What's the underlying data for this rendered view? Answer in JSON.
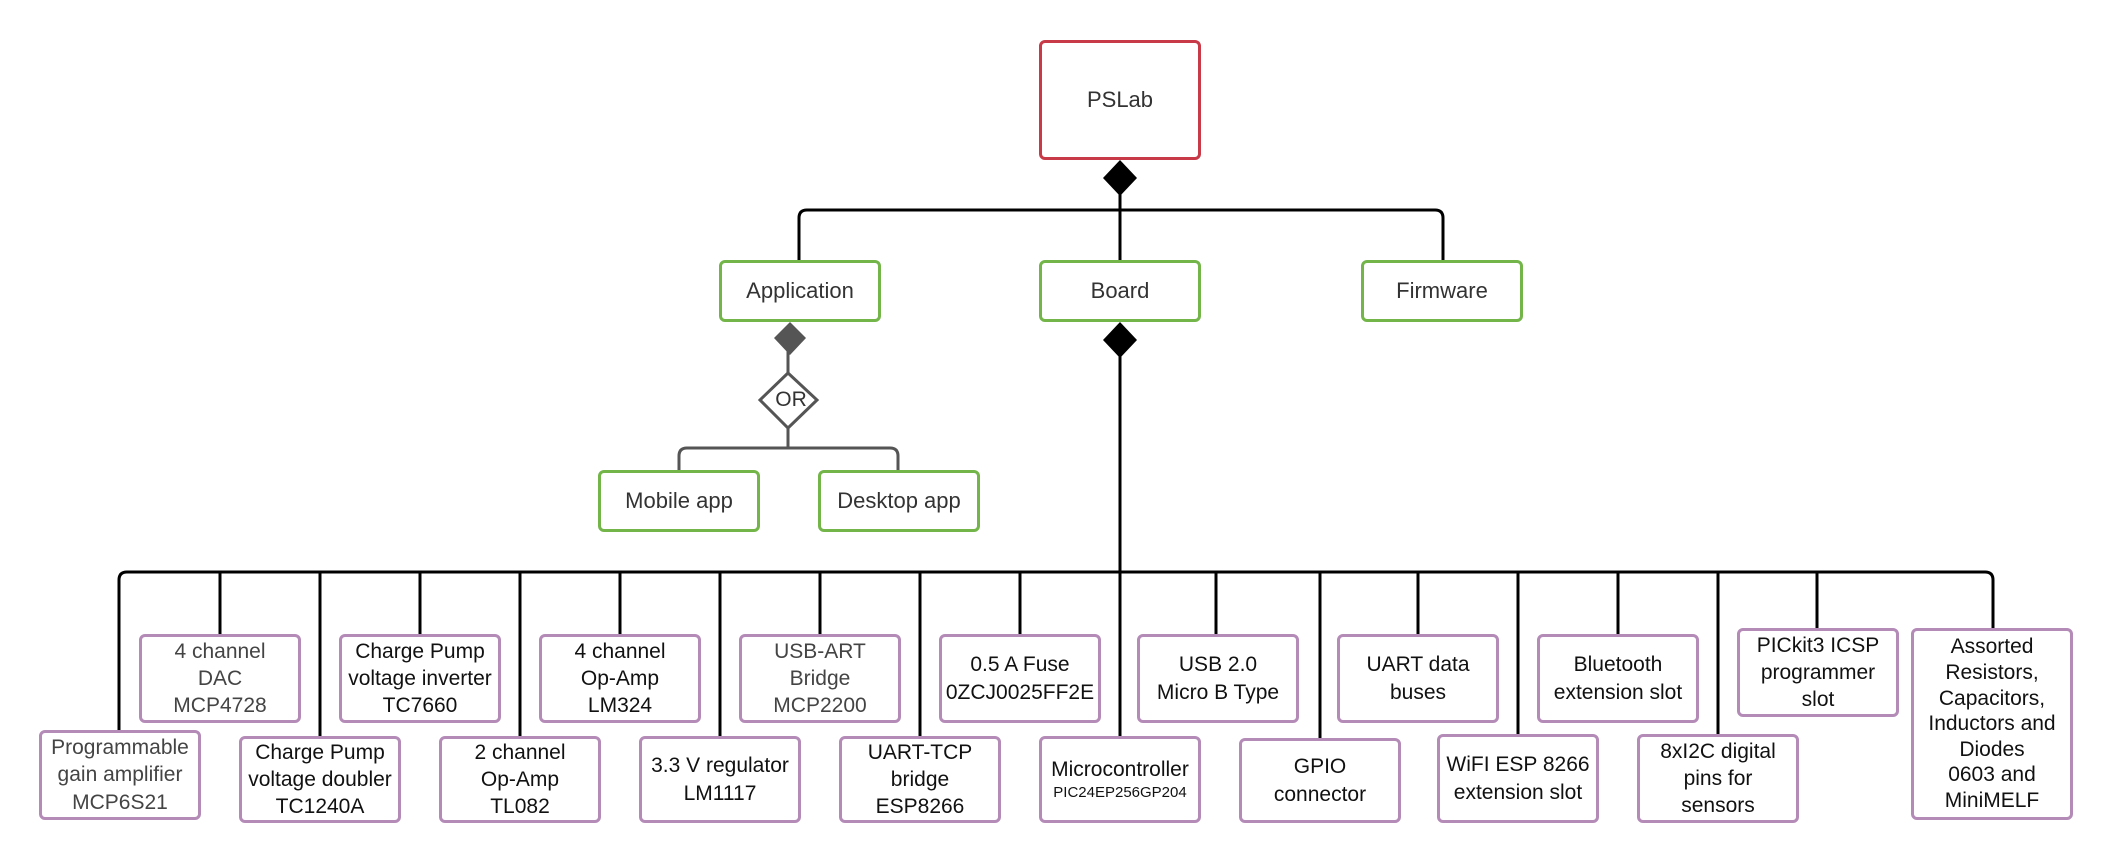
{
  "colors": {
    "root_border": "#c83a47",
    "component_border": "#74b54a",
    "part_border": "#b48ab7",
    "connector": "#000000",
    "or_connector": "#555555"
  },
  "root": {
    "label": "PSLab"
  },
  "components": {
    "application": "Application",
    "board": "Board",
    "firmware": "Firmware"
  },
  "or_gate": {
    "label": "OR"
  },
  "apps": {
    "mobile": "Mobile app",
    "desktop": "Desktop app"
  },
  "parts": {
    "pga": [
      "Programmable",
      "gain amplifier",
      "MCP6S21"
    ],
    "dac": [
      "4 channel",
      "DAC",
      "MCP4728"
    ],
    "cp_doubler": [
      "Charge Pump",
      "voltage doubler",
      "TC1240A"
    ],
    "cp_inverter": [
      "Charge Pump",
      "voltage inverter",
      "TC7660"
    ],
    "opamp2": [
      "2 channel",
      "Op-Amp",
      "TL082"
    ],
    "opamp4": [
      "4 channel",
      "Op-Amp",
      "LM324"
    ],
    "regulator": [
      "3.3 V regulator",
      "LM1117"
    ],
    "usb_uart": [
      "USB-ART",
      "Bridge",
      "MCP2200"
    ],
    "uart_tcp": [
      "UART-TCP",
      "bridge",
      "ESP8266"
    ],
    "fuse": [
      "0.5 A Fuse",
      "0ZCJ0025FF2E"
    ],
    "mcu": [
      "Microcontroller",
      "PIC24EP256GP204"
    ],
    "usb": [
      "USB 2.0",
      "Micro B Type"
    ],
    "gpio": [
      "GPIO",
      "connector"
    ],
    "uart_buses": [
      "UART data",
      "buses"
    ],
    "wifi": [
      "WiFI ESP 8266",
      "extension slot"
    ],
    "bluetooth": [
      "Bluetooth",
      "extension slot"
    ],
    "i2c": [
      "8xI2C digital",
      "pins for",
      "sensors"
    ],
    "pickit": [
      "PICkit3 ICSP",
      "programmer",
      "slot"
    ],
    "passives": [
      "Assorted",
      "Resistors,",
      "Capacitors,",
      "Inductors and",
      "Diodes",
      "0603 and",
      "MiniMELF"
    ]
  }
}
